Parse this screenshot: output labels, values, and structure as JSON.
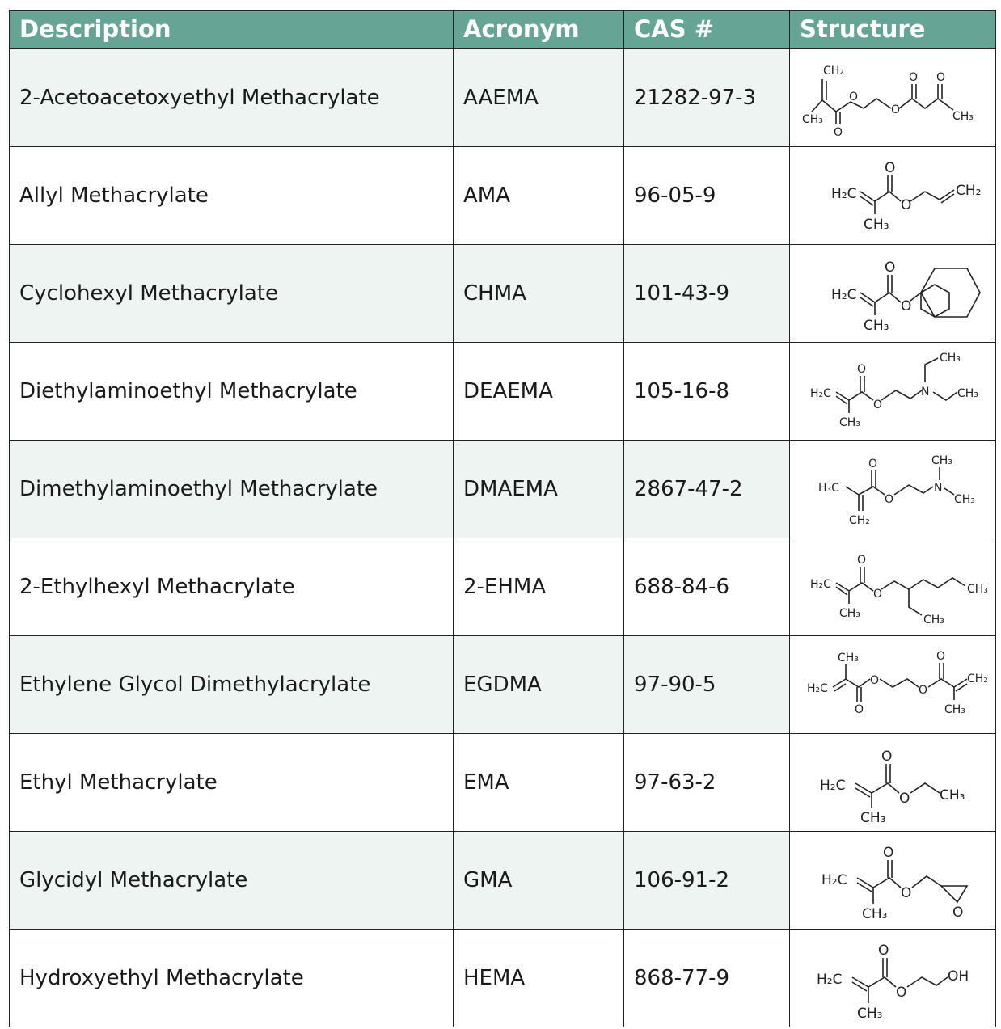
{
  "headers": {
    "description": "Description",
    "acronym": "Acronym",
    "cas": "CAS #",
    "structure": "Structure"
  },
  "rows": [
    {
      "description": "2-Acetoacetoxyethyl Methacrylate",
      "acronym": "AAEMA",
      "cas": "21282-97-3"
    },
    {
      "description": "Allyl Methacrylate",
      "acronym": "AMA",
      "cas": "96-05-9"
    },
    {
      "description": "Cyclohexyl Methacrylate",
      "acronym": "CHMA",
      "cas": "101-43-9"
    },
    {
      "description": "Diethylaminoethyl Methacrylate",
      "acronym": "DEAEMA",
      "cas": "105-16-8"
    },
    {
      "description": "Dimethylaminoethyl Methacrylate",
      "acronym": "DMAEMA",
      "cas": "2867-47-2"
    },
    {
      "description": "2-Ethylhexyl Methacrylate",
      "acronym": "2-EHMA",
      "cas": "688-84-6"
    },
    {
      "description": "Ethylene Glycol Dimethylacrylate",
      "acronym": "EGDMA",
      "cas": "97-90-5"
    },
    {
      "description": "Ethyl Methacrylate",
      "acronym": "EMA",
      "cas": "97-63-2"
    },
    {
      "description": "Glycidyl Methacrylate",
      "acronym": "GMA",
      "cas": "106-91-2"
    },
    {
      "description": "Hydroxyethyl Methacrylate",
      "acronym": "HEMA",
      "cas": "868-77-9"
    }
  ],
  "structure_labels": {
    "ch2": "CH₂",
    "ch3": "CH₃",
    "h2c": "H₂C",
    "h3c": "H₃C",
    "o": "O",
    "n": "N",
    "oh": "OH"
  }
}
